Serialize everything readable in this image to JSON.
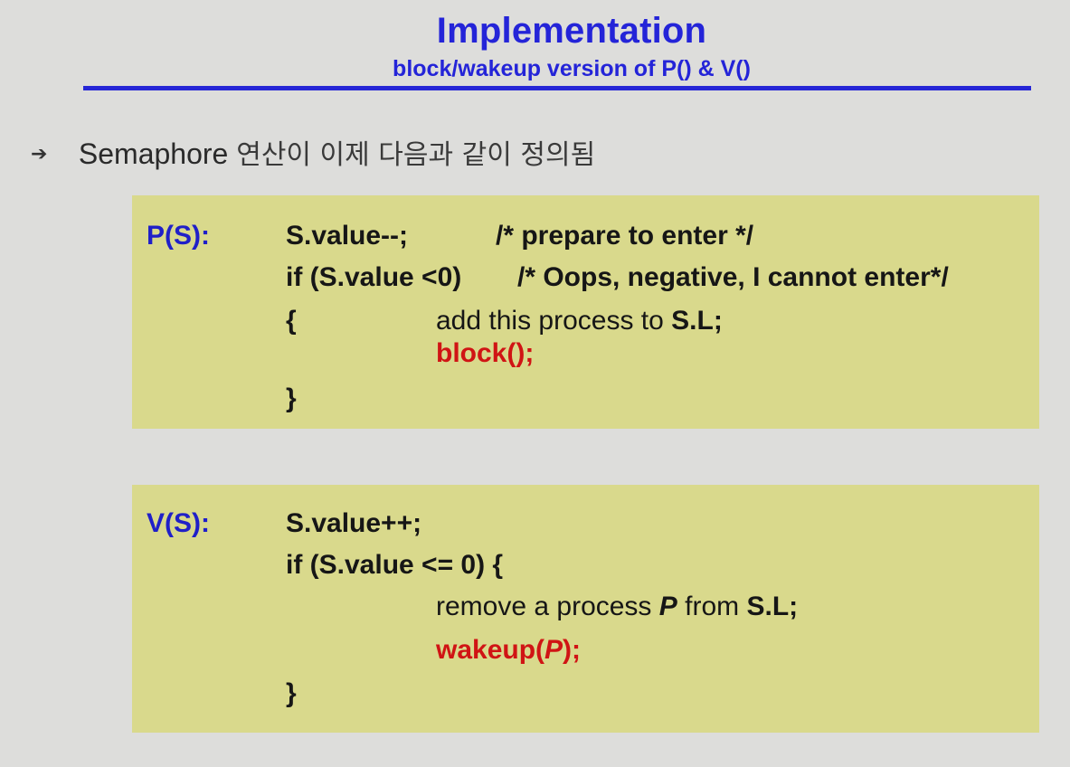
{
  "slide": {
    "title": "Implementation",
    "subtitle": "block/wakeup version of P() & V()",
    "bullet": {
      "icon": "arrow-bullet-icon",
      "text_en": "Semaphore",
      "text_ko": "연산이 이제 다음과 같이 정의됨"
    }
  },
  "p_block": {
    "label": "P(S):",
    "line1_code": "S.value--;",
    "line1_comment": "/* prepare to enter */",
    "line2_code": "if (S.value <0)",
    "line2_comment": "/* Oops, negative, I cannot enter*/",
    "line3_brace": "{",
    "line3_text": "add this process to ",
    "line3_bold": "S.L",
    "line3_end": ";",
    "line4_call": "block();",
    "line5_brace": "}"
  },
  "v_block": {
    "label": "V(S):",
    "line1_code": "S.value++;",
    "line2_code": "if (S.value <= 0) {",
    "line3_text_a": "remove a process ",
    "line3_italic": "P",
    "line3_text_b": " from ",
    "line3_bold": "S.L",
    "line3_end": ";",
    "line4_call_a": "wakeup(",
    "line4_call_italic": "P",
    "line4_call_b": ");",
    "line5_brace": "}"
  },
  "colors": {
    "title_blue": "#2424d8",
    "box_fill": "#d9d98c",
    "call_red": "#d01414"
  }
}
